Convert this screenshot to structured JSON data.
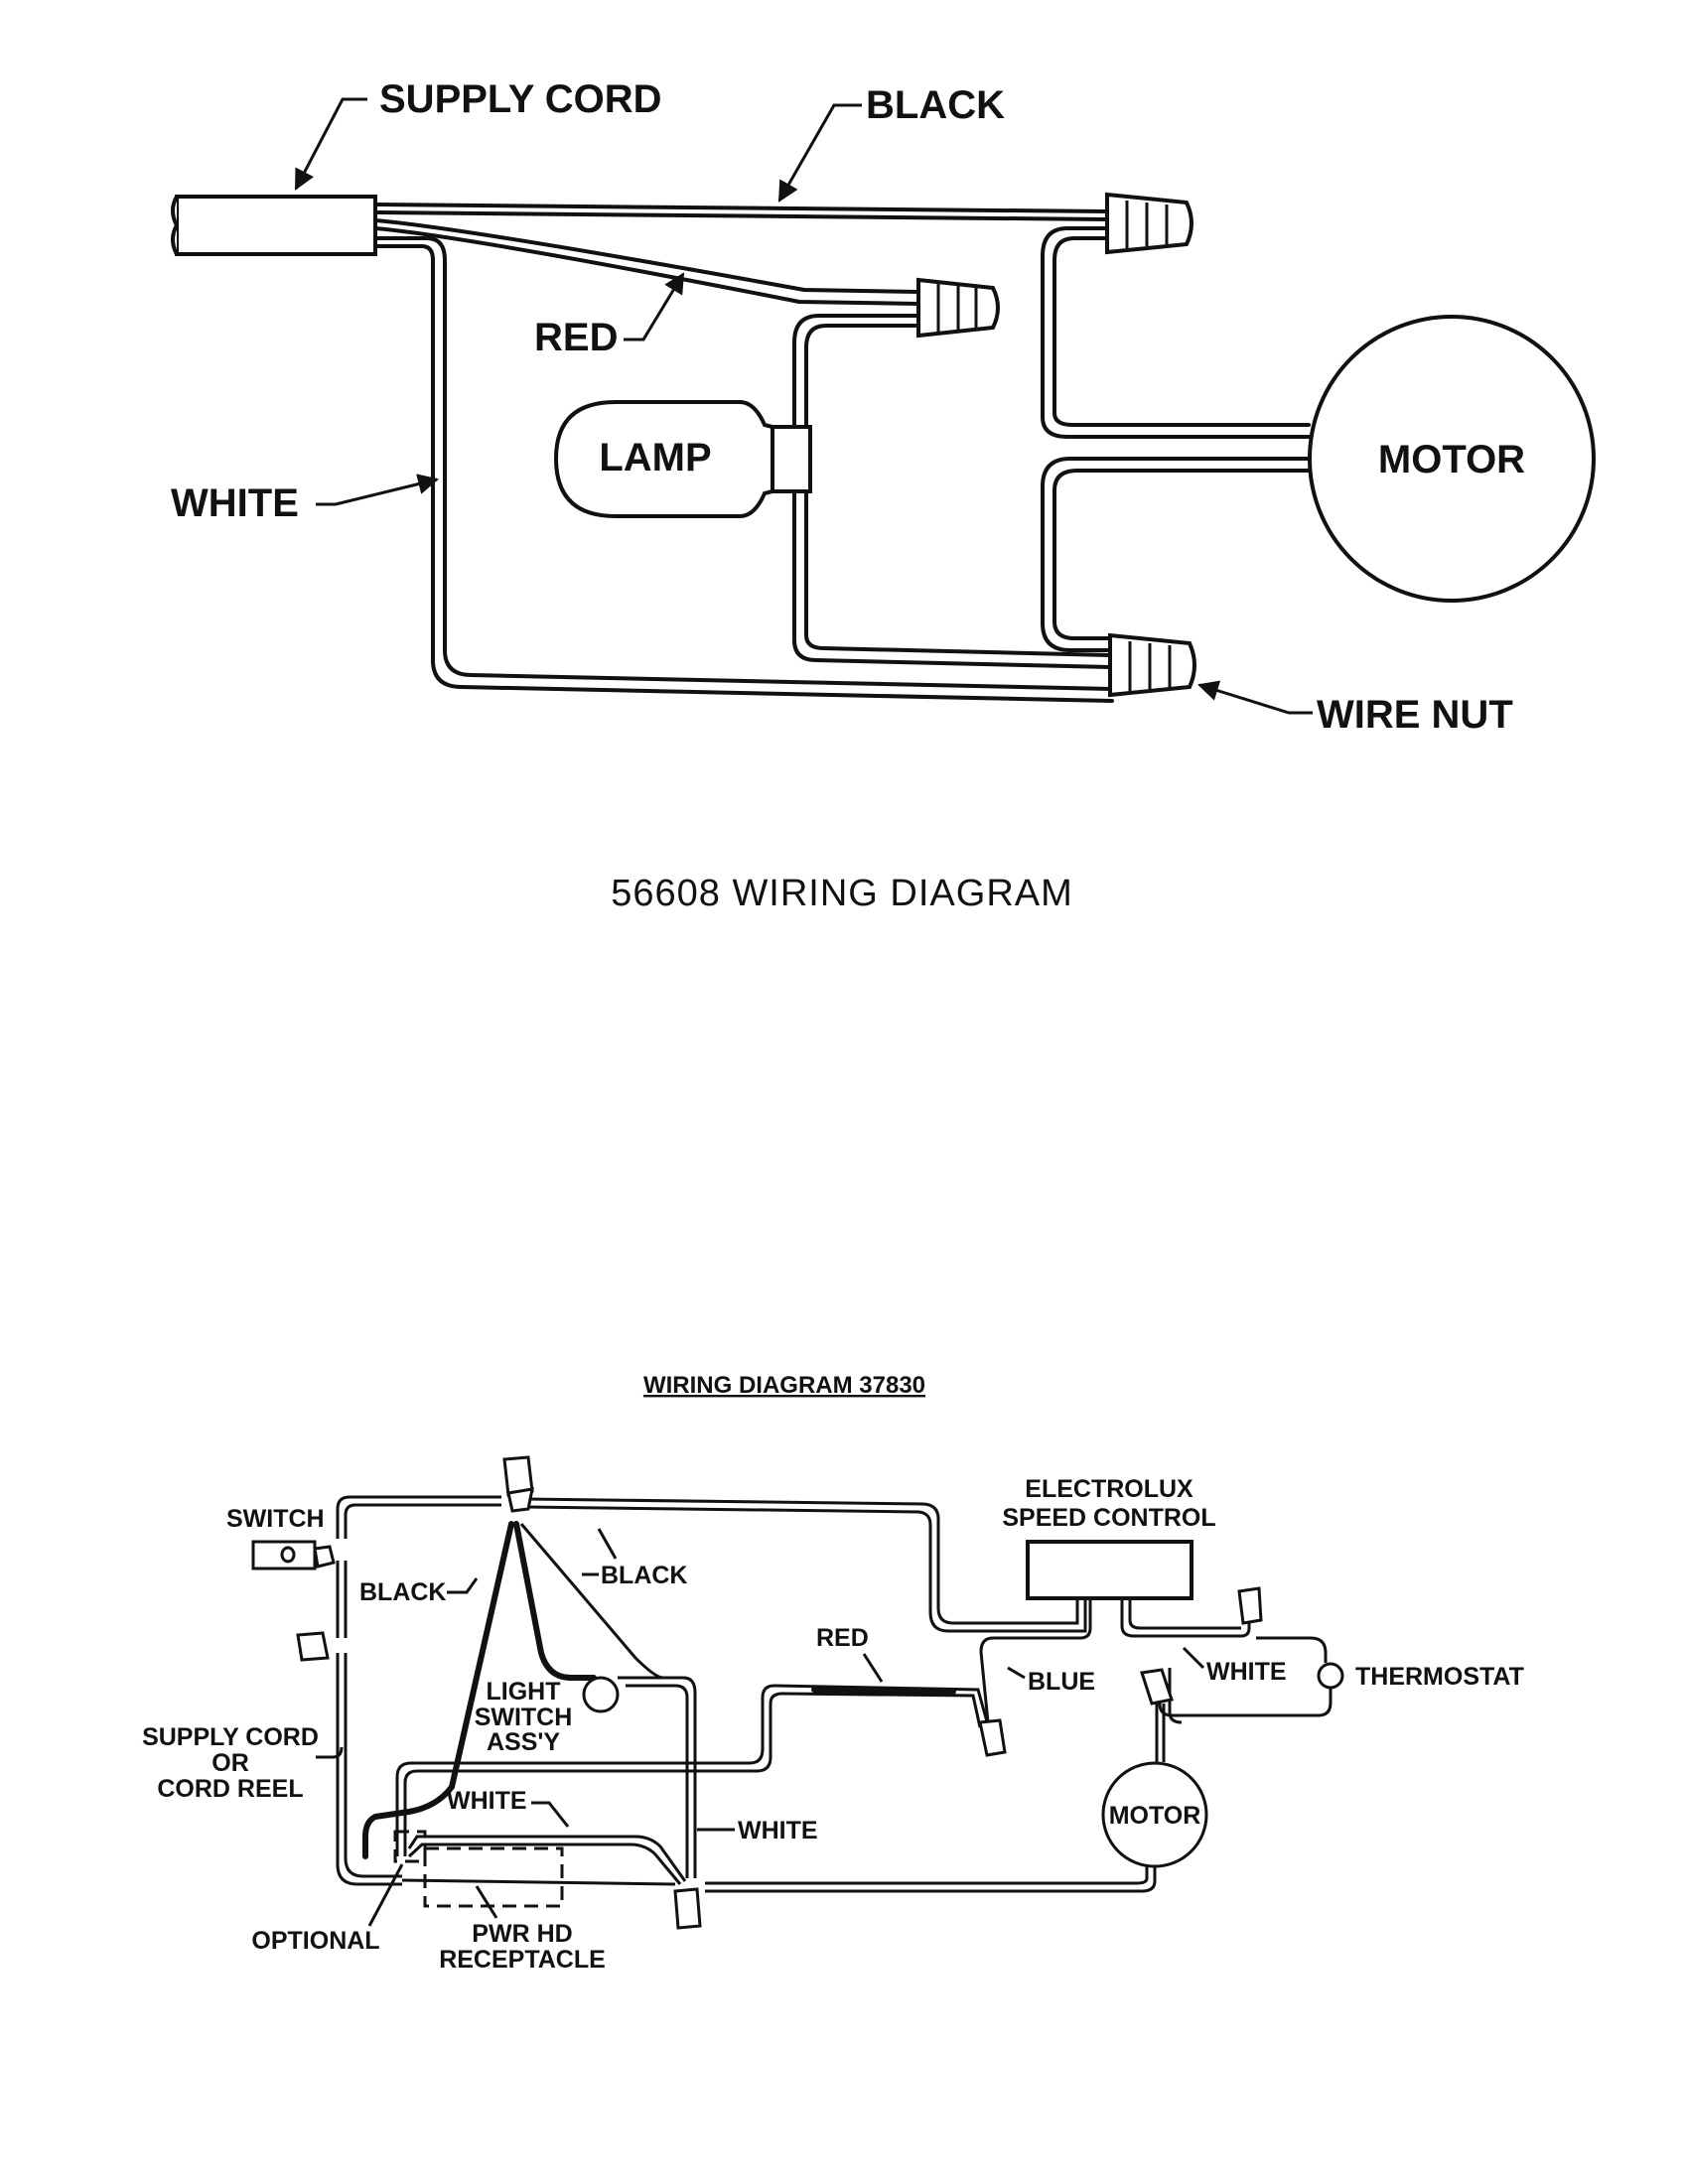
{
  "diagram_top": {
    "title": "56608 WIRING DIAGRAM",
    "labels": {
      "supply_cord": "SUPPLY CORD",
      "black": "BLACK",
      "red": "RED",
      "white": "WHITE",
      "lamp": "LAMP",
      "motor": "MOTOR",
      "wire_nut": "WIRE NUT"
    }
  },
  "diagram_bottom": {
    "title": "WIRING DIAGRAM 37830",
    "labels": {
      "switch": "SWITCH",
      "black_left": "BLACK",
      "black_right": "BLACK",
      "electrolux_line1": "ELECTROLUX",
      "electrolux_line2": "SPEED CONTROL",
      "red": "RED",
      "blue": "BLUE",
      "white_upper": "WHITE",
      "thermostat": "THERMOSTAT",
      "light_switch_line1": "LIGHT",
      "light_switch_line2": "SWITCH",
      "light_switch_line3": "ASS'Y",
      "supply_cord_line1": "SUPPLY CORD",
      "supply_cord_line2": "OR",
      "supply_cord_line3": "CORD REEL",
      "white_mid": "WHITE",
      "white_right": "WHITE",
      "motor": "MOTOR",
      "optional": "OPTIONAL",
      "pwr_hd_line1": "PWR HD",
      "pwr_hd_line2": "RECEPTACLE"
    }
  }
}
